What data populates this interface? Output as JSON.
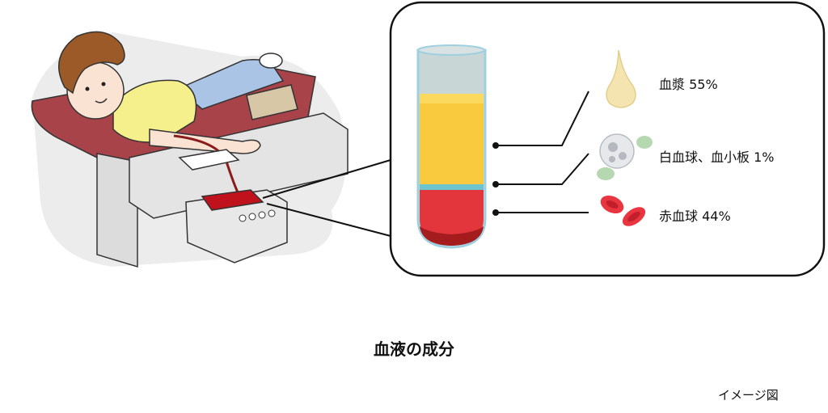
{
  "components": [
    {
      "name": "血漿",
      "percent": "55%",
      "label": "血漿 55%",
      "color": "#f9c93e"
    },
    {
      "name": "白血球、血小板",
      "percent": "1%",
      "label": "白血球、血小板 1%",
      "color": "#6cc4cf"
    },
    {
      "name": "赤血球",
      "percent": "44%",
      "label": "赤血球 44%",
      "color": "#e2353c"
    }
  ],
  "title": "血液の成分",
  "note": "イメージ図"
}
